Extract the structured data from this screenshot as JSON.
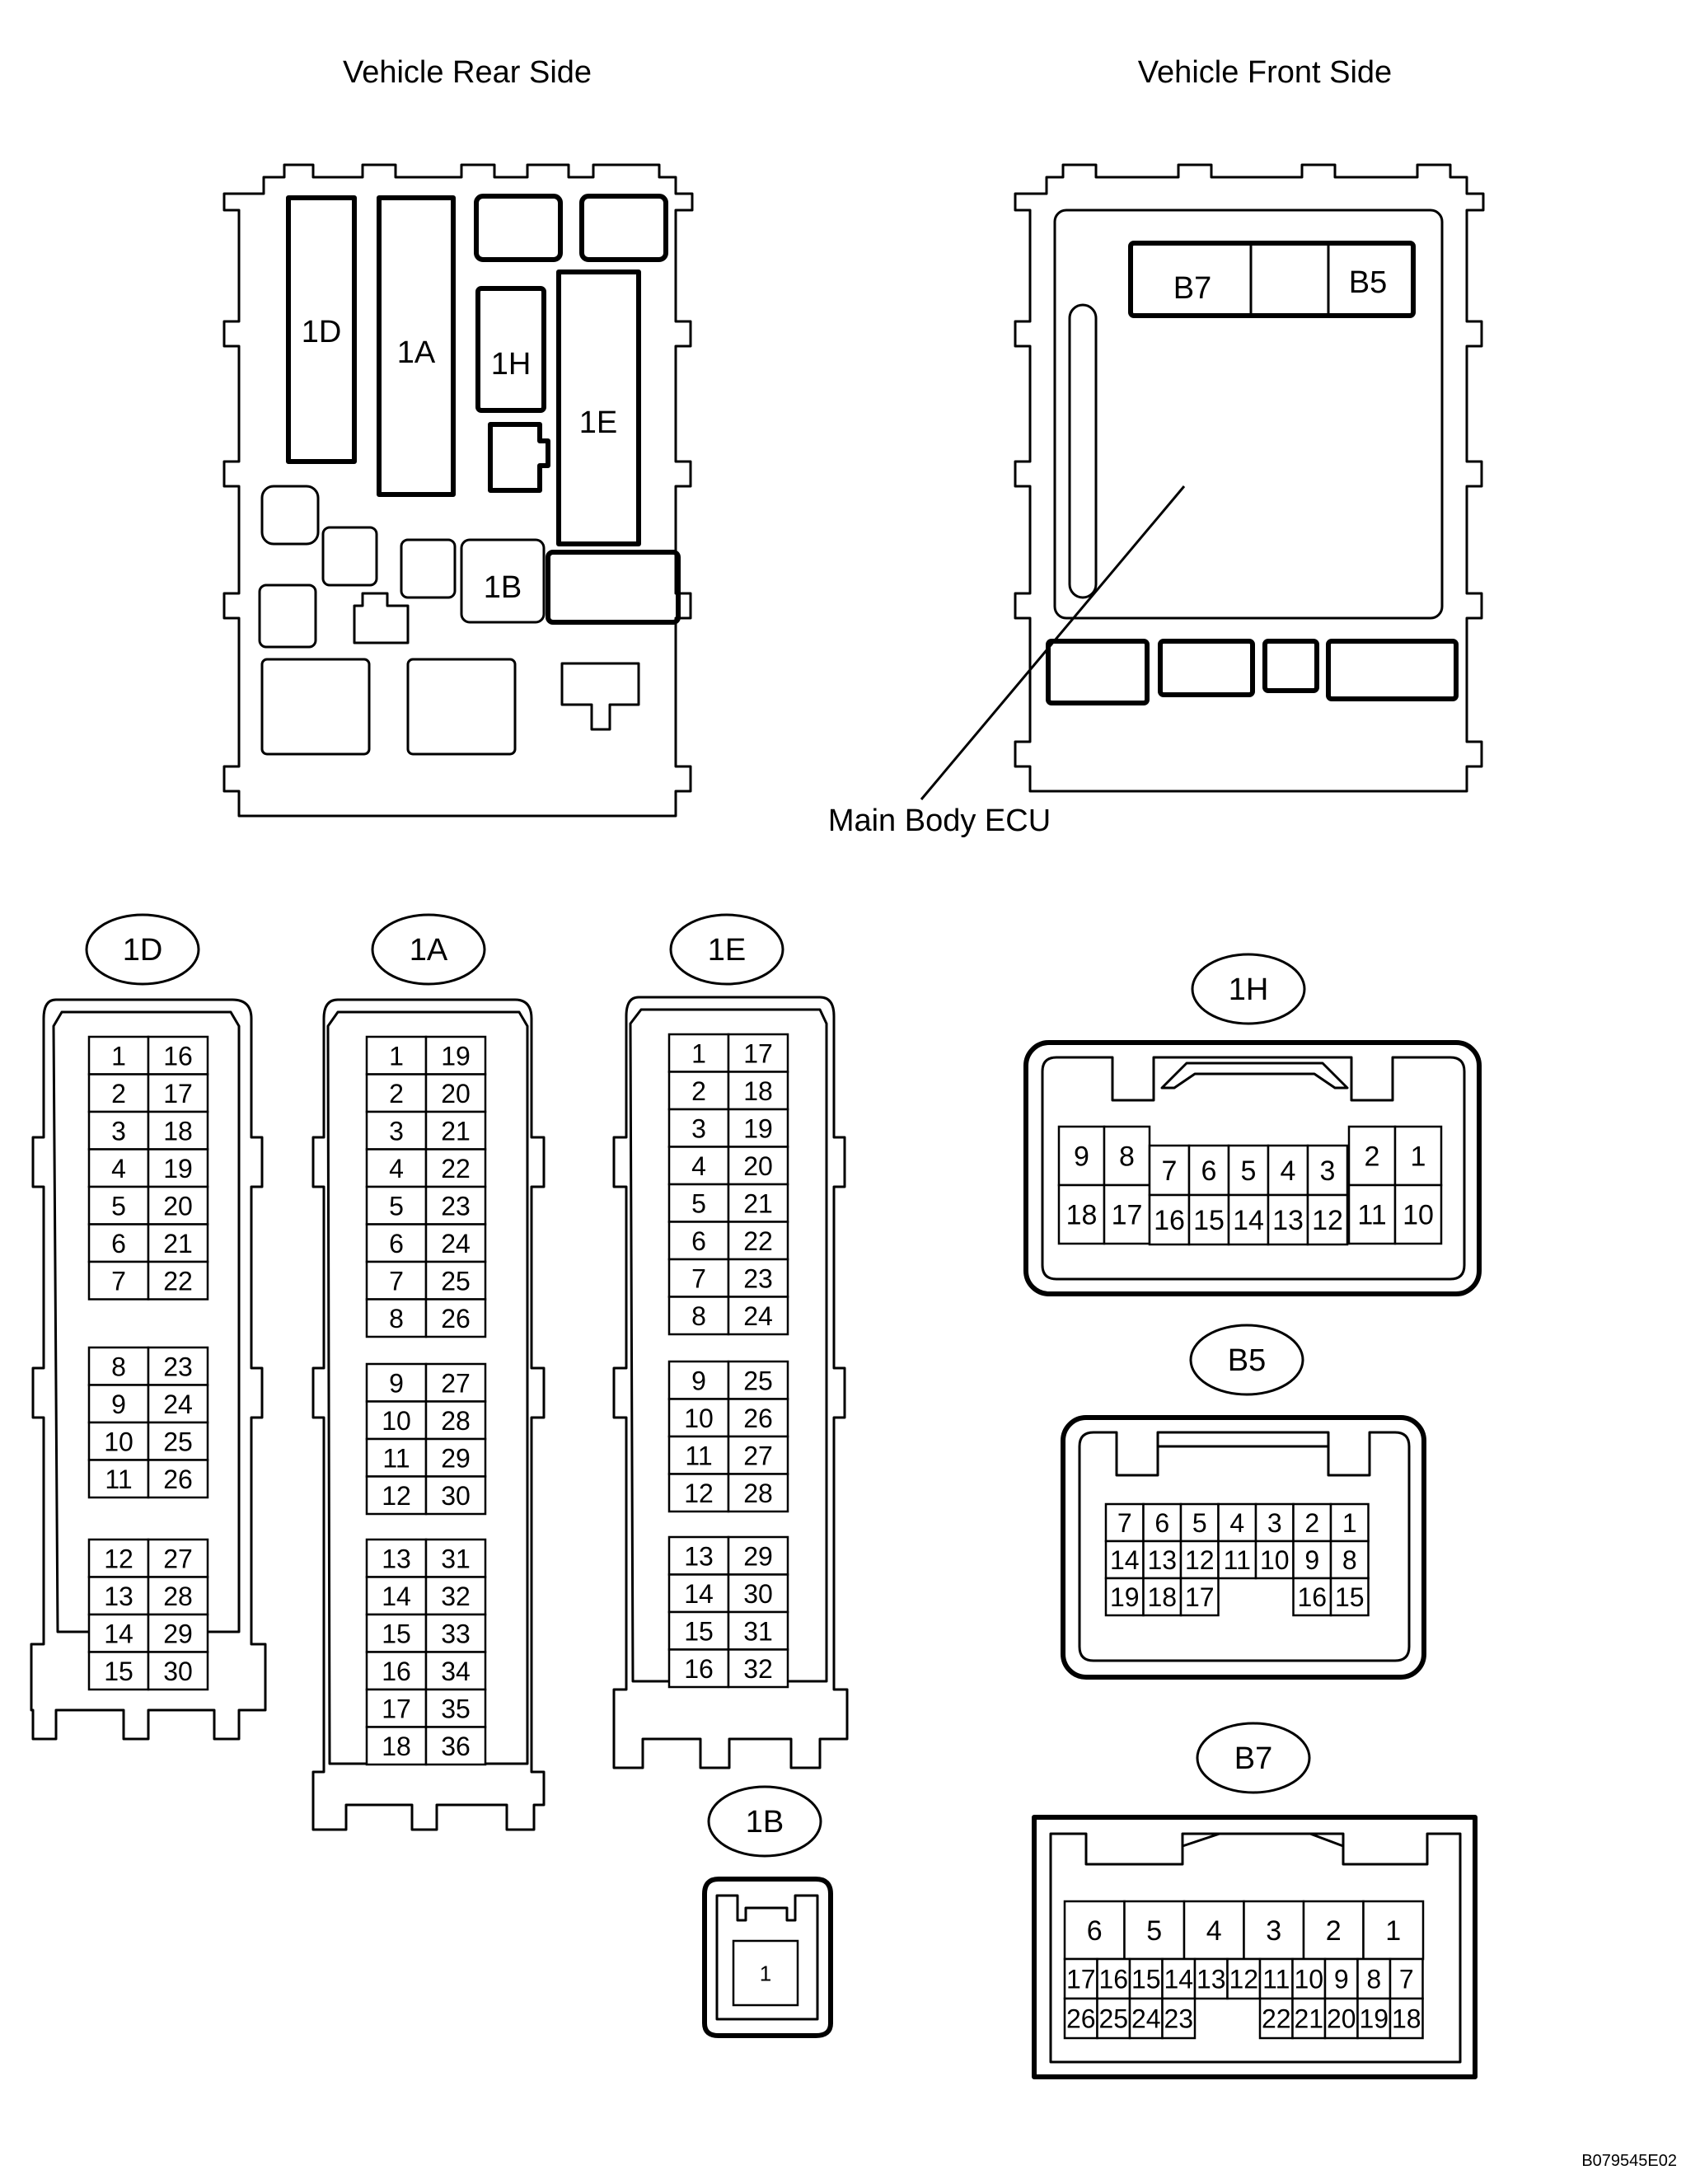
{
  "views": {
    "rear_title": "Vehicle Rear Side",
    "front_title": "Vehicle Front Side",
    "rear_labels": [
      "1D",
      "1A",
      "1H",
      "1E",
      "1B"
    ],
    "front_labels": [
      "B7",
      "B5"
    ],
    "ecu_label": "Main Body ECU"
  },
  "connectors": {
    "c1D": {
      "label": "1D",
      "blocks": [
        [
          [
            "1",
            "16"
          ],
          [
            "2",
            "17"
          ],
          [
            "3",
            "18"
          ],
          [
            "4",
            "19"
          ],
          [
            "5",
            "20"
          ],
          [
            "6",
            "21"
          ],
          [
            "7",
            "22"
          ]
        ],
        [
          [
            "8",
            "23"
          ],
          [
            "9",
            "24"
          ],
          [
            "10",
            "25"
          ],
          [
            "11",
            "26"
          ]
        ],
        [
          [
            "12",
            "27"
          ],
          [
            "13",
            "28"
          ],
          [
            "14",
            "29"
          ],
          [
            "15",
            "30"
          ]
        ]
      ]
    },
    "c1A": {
      "label": "1A",
      "blocks": [
        [
          [
            "1",
            "19"
          ],
          [
            "2",
            "20"
          ],
          [
            "3",
            "21"
          ],
          [
            "4",
            "22"
          ],
          [
            "5",
            "23"
          ],
          [
            "6",
            "24"
          ],
          [
            "7",
            "25"
          ],
          [
            "8",
            "26"
          ]
        ],
        [
          [
            "9",
            "27"
          ],
          [
            "10",
            "28"
          ],
          [
            "11",
            "29"
          ],
          [
            "12",
            "30"
          ]
        ],
        [
          [
            "13",
            "31"
          ],
          [
            "14",
            "32"
          ],
          [
            "15",
            "33"
          ],
          [
            "16",
            "34"
          ],
          [
            "17",
            "35"
          ],
          [
            "18",
            "36"
          ]
        ]
      ]
    },
    "c1E": {
      "label": "1E",
      "blocks": [
        [
          [
            "1",
            "17"
          ],
          [
            "2",
            "18"
          ],
          [
            "3",
            "19"
          ],
          [
            "4",
            "20"
          ],
          [
            "5",
            "21"
          ],
          [
            "6",
            "22"
          ],
          [
            "7",
            "23"
          ],
          [
            "8",
            "24"
          ]
        ],
        [
          [
            "9",
            "25"
          ],
          [
            "10",
            "26"
          ],
          [
            "11",
            "27"
          ],
          [
            "12",
            "28"
          ]
        ],
        [
          [
            "13",
            "29"
          ],
          [
            "14",
            "30"
          ],
          [
            "15",
            "31"
          ],
          [
            "16",
            "32"
          ]
        ]
      ]
    },
    "c1B": {
      "label": "1B",
      "pins": [
        "1"
      ]
    },
    "c1H": {
      "label": "1H",
      "left_top": [
        "9",
        "8"
      ],
      "left_bottom": [
        "18",
        "17"
      ],
      "mid_top": [
        "7",
        "6",
        "5",
        "4",
        "3"
      ],
      "mid_bottom": [
        "16",
        "15",
        "14",
        "13",
        "12"
      ],
      "right_top": [
        "2",
        "1"
      ],
      "right_bottom": [
        "11",
        "10"
      ]
    },
    "cB5": {
      "label": "B5",
      "row1": [
        "7",
        "6",
        "5",
        "4",
        "3",
        "2",
        "1"
      ],
      "row2": [
        "14",
        "13",
        "12",
        "11",
        "10",
        "9",
        "8"
      ],
      "row3_left": [
        "19",
        "18",
        "17"
      ],
      "row3_right": [
        "16",
        "15"
      ]
    },
    "cB7": {
      "label": "B7",
      "row1": [
        "6",
        "5",
        "4",
        "3",
        "2",
        "1"
      ],
      "row2": [
        "17",
        "16",
        "15",
        "14",
        "13",
        "12",
        "11",
        "10",
        "9",
        "8",
        "7"
      ],
      "row3_left": [
        "26",
        "25",
        "24",
        "23"
      ],
      "row3_right": [
        "22",
        "21",
        "20",
        "19",
        "18"
      ]
    }
  },
  "figure_code": "B079545E02"
}
